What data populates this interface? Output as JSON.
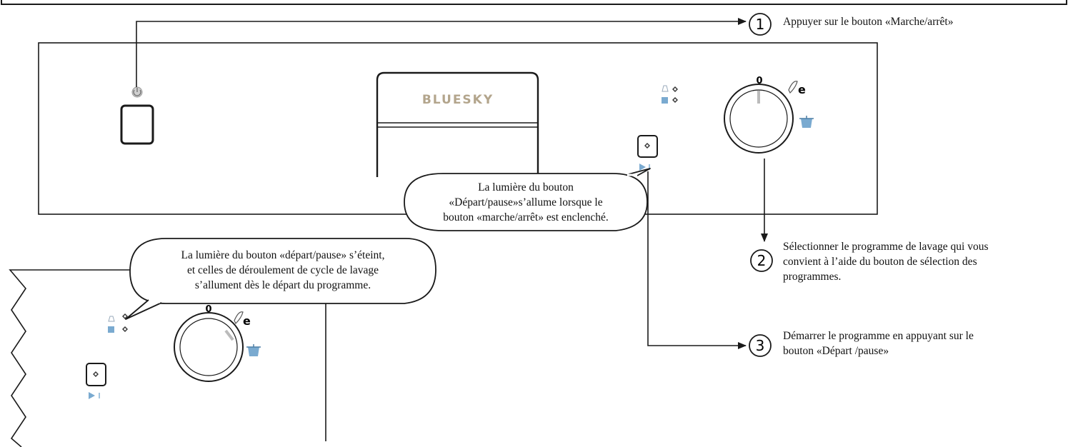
{
  "brand": "BLUESKY",
  "dial_zero_label": "0",
  "dial_eco_label": "e",
  "steps": [
    {
      "number": "1",
      "lines": [
        "Appuyer sur le bouton «Marche/arrêt»"
      ]
    },
    {
      "number": "2",
      "lines": [
        "Sélectionner le programme de lavage qui vous",
        "convient à l’aide du bouton de sélection des",
        "programmes."
      ]
    },
    {
      "number": "3",
      "lines": [
        "Démarrer le programme en appuyant sur le",
        "bouton «Départ /pause»"
      ]
    }
  ],
  "callouts": {
    "start_light_on": [
      "La lumière du bouton",
      "«Départ/pause»s’allume lorsque le",
      "bouton «marche/arrêt» est enclenché."
    ],
    "start_light_off": [
      "La lumière du bouton «départ/pause» s’éteint,",
      "et celles de déroulement de cycle de lavage",
      "s’allument dès le départ du programme."
    ]
  },
  "icons": {
    "power": "power-icon",
    "start_pause": "start-pause-icon",
    "play": "play-pause-indicator-icon",
    "wash_phase": "wash-phase-indicator-icon",
    "end_cycle": "end-cycle-indicator-icon",
    "feather": "feather-icon",
    "pot": "pot-icon"
  },
  "colors": {
    "line": "#1a1a1a",
    "brand": "#b3a58c",
    "indicator": "#7aaad0"
  }
}
